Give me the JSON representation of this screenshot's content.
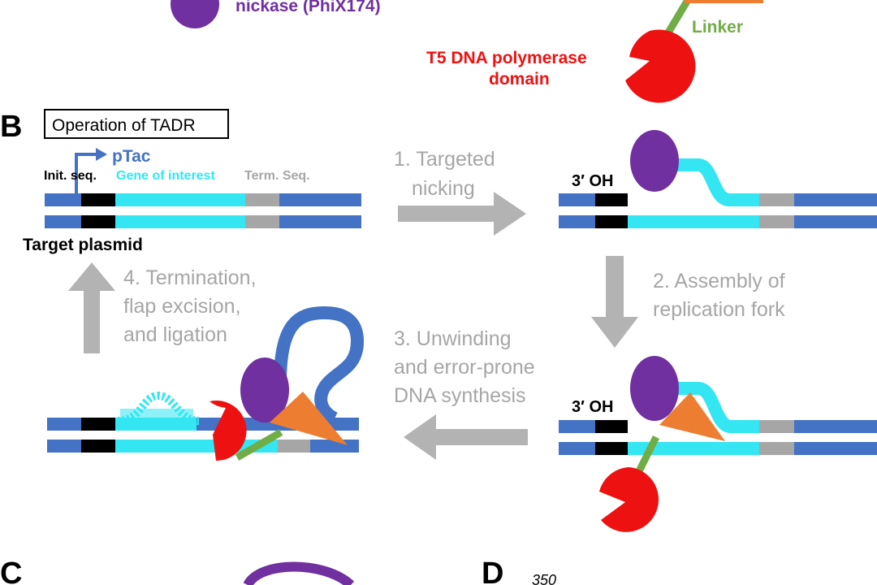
{
  "top_fragment": {
    "nickase_label": "nickase (PhiX174)",
    "linker_label": "Linker",
    "polymerase_label_line1": "T5 DNA polymerase",
    "polymerase_label_line2": "domain"
  },
  "panel_b": {
    "letter": "B",
    "title": "Operation of TADR",
    "promoter": "pTac",
    "init_seq": "Init. seq.",
    "gene": "Gene of interest",
    "term_seq": "Term. Seq.",
    "target_plasmid": "Target plasmid",
    "three_oh_1": "3′ OH",
    "three_oh_2": "3′ OH",
    "steps": {
      "step1": [
        "1. Targeted",
        "nicking"
      ],
      "step2": [
        "2. Assembly of",
        "replication fork"
      ],
      "step3": [
        "3. Unwinding",
        "and error-prone",
        "DNA synthesis"
      ],
      "step4": [
        "4. Termination,",
        "flap excision,",
        "and ligation"
      ]
    }
  },
  "panel_c": {
    "letter": "C"
  },
  "panel_d": {
    "letter": "D",
    "axis_tick": "350"
  },
  "colors": {
    "dna_blue": "#4472c4",
    "gene_cyan": "#33e6f2",
    "init_black": "#000000",
    "term_gray": "#a6a6a6",
    "nickase_purple": "#7030a0",
    "polymerase_red": "#ee1111",
    "helicase_orange": "#ed7d31",
    "linker_green": "#70ad47",
    "arrow_gray": "#b3b3b3",
    "step_text_gray": "#a6a6a6"
  }
}
